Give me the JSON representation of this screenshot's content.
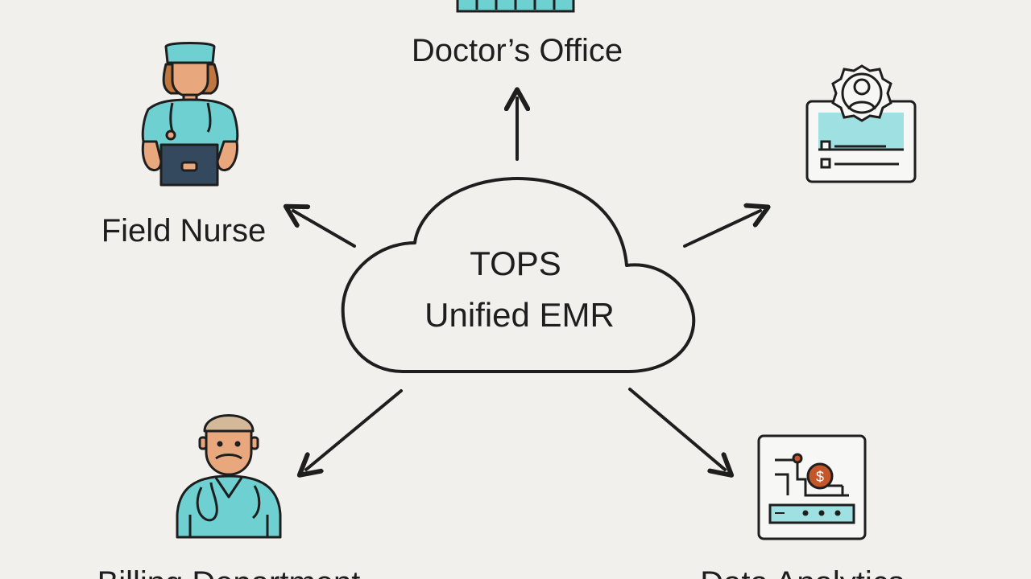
{
  "center": {
    "line1": "TOPS",
    "line2": "Unified EMR"
  },
  "nodes": {
    "doctors_office": {
      "label": "Doctor’s Office",
      "icon": "building-icon"
    },
    "field_nurse": {
      "label": "Field Nurse",
      "icon": "nurse-with-tablet-icon"
    },
    "patient_portal": {
      "label": "",
      "icon": "patient-profile-badge-icon"
    },
    "billing": {
      "label": "Billing Department",
      "icon": "clinician-with-stethoscope-icon"
    },
    "analytics": {
      "label": "Data Analytics",
      "icon": "analytics-dashboard-icon"
    }
  },
  "colors": {
    "background": "#f1f0ec",
    "accent_teal": "#6ed0d0",
    "ink": "#1e1e1e",
    "skin": "#e9a77d",
    "hair": "#c0763f",
    "coin": "#c4562a"
  }
}
